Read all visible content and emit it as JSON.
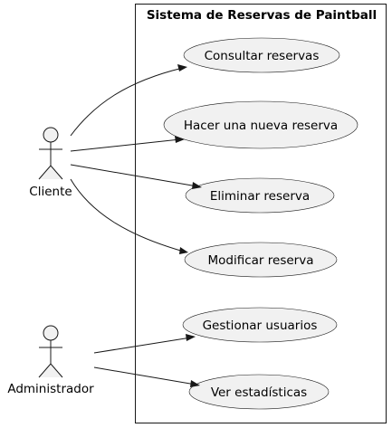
{
  "system": {
    "title": "Sistema de Reservas de Paintball"
  },
  "actors": [
    {
      "id": "cliente",
      "label": "Cliente"
    },
    {
      "id": "administrador",
      "label": "Administrador"
    }
  ],
  "use_cases": [
    {
      "id": "consultar",
      "label": "Consultar reservas"
    },
    {
      "id": "hacer",
      "label": "Hacer una nueva reserva"
    },
    {
      "id": "eliminar",
      "label": "Eliminar reserva"
    },
    {
      "id": "modificar",
      "label": "Modificar reserva"
    },
    {
      "id": "gestionar",
      "label": "Gestionar usuarios"
    },
    {
      "id": "estadisticas",
      "label": "Ver estadísticas"
    }
  ],
  "associations": [
    {
      "from": "cliente",
      "to": "consultar"
    },
    {
      "from": "cliente",
      "to": "hacer"
    },
    {
      "from": "cliente",
      "to": "eliminar"
    },
    {
      "from": "cliente",
      "to": "modificar"
    },
    {
      "from": "administrador",
      "to": "gestionar"
    },
    {
      "from": "administrador",
      "to": "estadisticas"
    }
  ]
}
